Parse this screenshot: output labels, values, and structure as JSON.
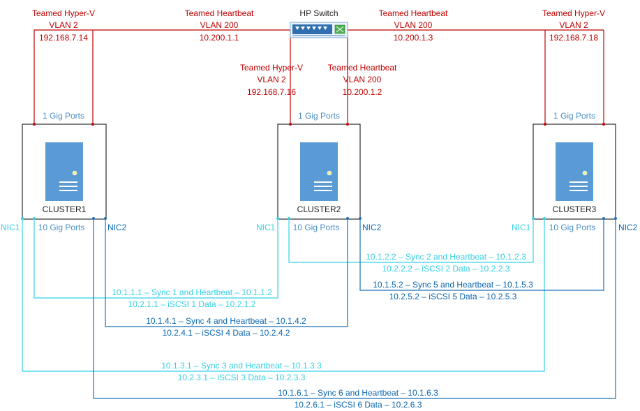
{
  "colors": {
    "red": "#c00000",
    "ports_blue": "#4a90c8",
    "cyan": "#33d1e6",
    "dark_blue": "#1f6fb5",
    "server_blue": "#5b9bd5"
  },
  "switch": {
    "label": "HP Switch",
    "icon": "network-switch-icon"
  },
  "top_labels": {
    "c1_hyperv": [
      "Teamed Hyper-V",
      "VLAN 2",
      "192.168.7.14"
    ],
    "c1_heartbeat": [
      "Teamed Heartbeat",
      "VLAN 200",
      "10.200.1.1"
    ],
    "c3_heartbeat": [
      "Teamed Heartbeat",
      "VLAN 200",
      "10.200.1.3"
    ],
    "c3_hyperv": [
      "Teamed Hyper-V",
      "VLAN 2",
      "192.168.7.18"
    ],
    "c2_hyperv": [
      "Teamed Hyper-V",
      "VLAN 2",
      "192.168.7.16"
    ],
    "c2_heartbeat": [
      "Teamed Heartbeat",
      "VLAN 200",
      "10.200.1.2"
    ]
  },
  "servers": [
    {
      "name": "CLUSTER1",
      "ports_1g": "1 Gig Ports",
      "ports_10g": "10 Gig Ports",
      "nic1": "NIC1",
      "nic2": "NIC2"
    },
    {
      "name": "CLUSTER2",
      "ports_1g": "1 Gig Ports",
      "ports_10g": "10 Gig Ports",
      "nic1": "NIC1",
      "nic2": "NIC2"
    },
    {
      "name": "CLUSTER3",
      "ports_1g": "1 Gig Ports",
      "ports_10g": "10 Gig Ports",
      "nic1": "NIC1",
      "nic2": "NIC2"
    }
  ],
  "links": [
    {
      "sync": "10.1.1.1 – Sync 1 and Heartbeat – 10.1.1.2",
      "iscsi": "10.2.1.1 – iSCSI 1 Data – 10.2.1.2"
    },
    {
      "sync": "10.1.2.2 – Sync 2 and Heartbeat – 10.1.2.3",
      "iscsi": "10.2.2.2 – iSCSI 2 Data – 10.2.2.3"
    },
    {
      "sync": "10.1.3.1 – Sync 3 and Heartbeat – 10.1.3.3",
      "iscsi": "10.2.3.1 – iSCSI 3 Data – 10.2.3.3"
    },
    {
      "sync": "10.1.4.1 – Sync 4 and Heartbeat – 10.1.4.2",
      "iscsi": "10.2.4.1 – iSCSI 4 Data – 10.2.4.2"
    },
    {
      "sync": "10.1.5.2 – Sync 5 and Heartbeat – 10.1.5.3",
      "iscsi": "10.2.5.2 – iSCSI 5 Data – 10.2.5.3"
    },
    {
      "sync": "10.1.6.1 – Sync 6 and Heartbeat – 10.1.6.3",
      "iscsi": "10.2.6.1 – iSCSI 6 Data – 10.2.6.3"
    }
  ]
}
